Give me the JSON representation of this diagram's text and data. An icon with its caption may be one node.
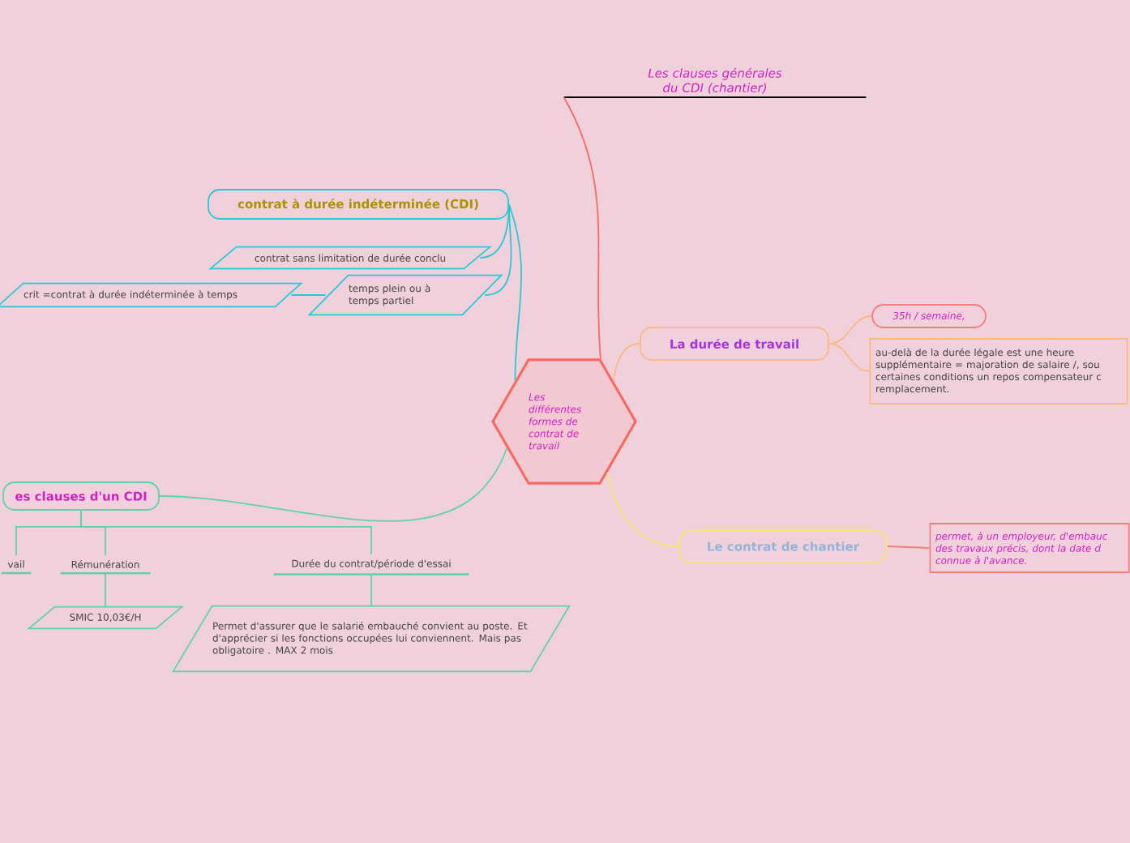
{
  "diagram": {
    "nodes": [
      {
        "text": [
          "Les clauses générales du CDI (chantier)"
        ]
      },
      {
        "text": [
          "Les différentes formes de contrat de travail"
        ]
      },
      {
        "text": [
          "contrat à durée indéterminée (CDI)"
        ]
      },
      {
        "text": [
          "contrat sans limitation de durée conclu"
        ]
      },
      {
        "text": [
          "temps plein ou à temps partiel"
        ]
      },
      {
        "text": [
          "crit =contrat à durée indéterminée à temps"
        ]
      },
      {
        "text": [
          "es clauses d'un CDI"
        ]
      },
      {
        "text": [
          "vail"
        ]
      },
      {
        "text": [
          "Rémunération"
        ]
      },
      {
        "text": [
          "Durée du contrat/période d'essai"
        ]
      },
      {
        "text": [
          "SMIC 10,03€/H"
        ]
      },
      {
        "text": [
          "Permet d'assurer que le salarié embauché convient au poste. Et d'apprécier si les fonctions occupées lui conviennent. Mais pas obligatoire . MAX 2 mois"
        ]
      },
      {
        "text": [
          "La durée de travail"
        ]
      },
      {
        "text": [
          "35h / semaine,"
        ]
      },
      {
        "text": [
          "au-delà de la durée légale est une heure supplémentaire = majoration de salaire /, sou certaines conditions un repos compensateur c remplacement."
        ]
      },
      {
        "text": [
          "Le contrat de chantier"
        ]
      },
      {
        "text": [
          "permet, à un employeur, d'embauc des travaux précis, dont la date d connue à l'avance."
        ]
      }
    ],
    "edges": [
      {
        "from": 1,
        "to": 0,
        "arrow": "none",
        "color": "#f76a60"
      },
      {
        "from": 1,
        "to": 2,
        "arrow": "none",
        "color": "#27c9d6"
      },
      {
        "from": 2,
        "to": 3,
        "arrow": "none",
        "color": "#27c9d6"
      },
      {
        "from": 2,
        "to": 4,
        "arrow": "none",
        "color": "#27c9d6"
      },
      {
        "from": 4,
        "to": 5,
        "arrow": "none",
        "color": "#27c9d6"
      },
      {
        "from": 1,
        "to": 6,
        "arrow": "none"
      },
      {
        "from": 6,
        "to": 7,
        "arrow": "none"
      },
      {
        "from": 6,
        "to": 8,
        "arrow": "none"
      },
      {
        "from": 6,
        "to": 9,
        "arrow": "none"
      },
      {
        "from": 8,
        "to": 10,
        "arrow": "none"
      },
      {
        "from": 9,
        "to": 11,
        "arrow": "none"
      },
      {
        "from": 1,
        "to": 12,
        "arrow": "none",
        "color": "#fbb982"
      },
      {
        "from": 12,
        "to": 13,
        "arrow": "none",
        "color": "#fbb982"
      },
      {
        "from": 12,
        "to": 14,
        "arrow": "none",
        "color": "#fbb982"
      },
      {
        "from": 1,
        "to": 15,
        "arrow": "none",
        "color": "#f7e76a"
      },
      {
        "from": 15,
        "to": 16,
        "arrow": "none",
        "color": "#f77b7b"
      }
    ]
  }
}
